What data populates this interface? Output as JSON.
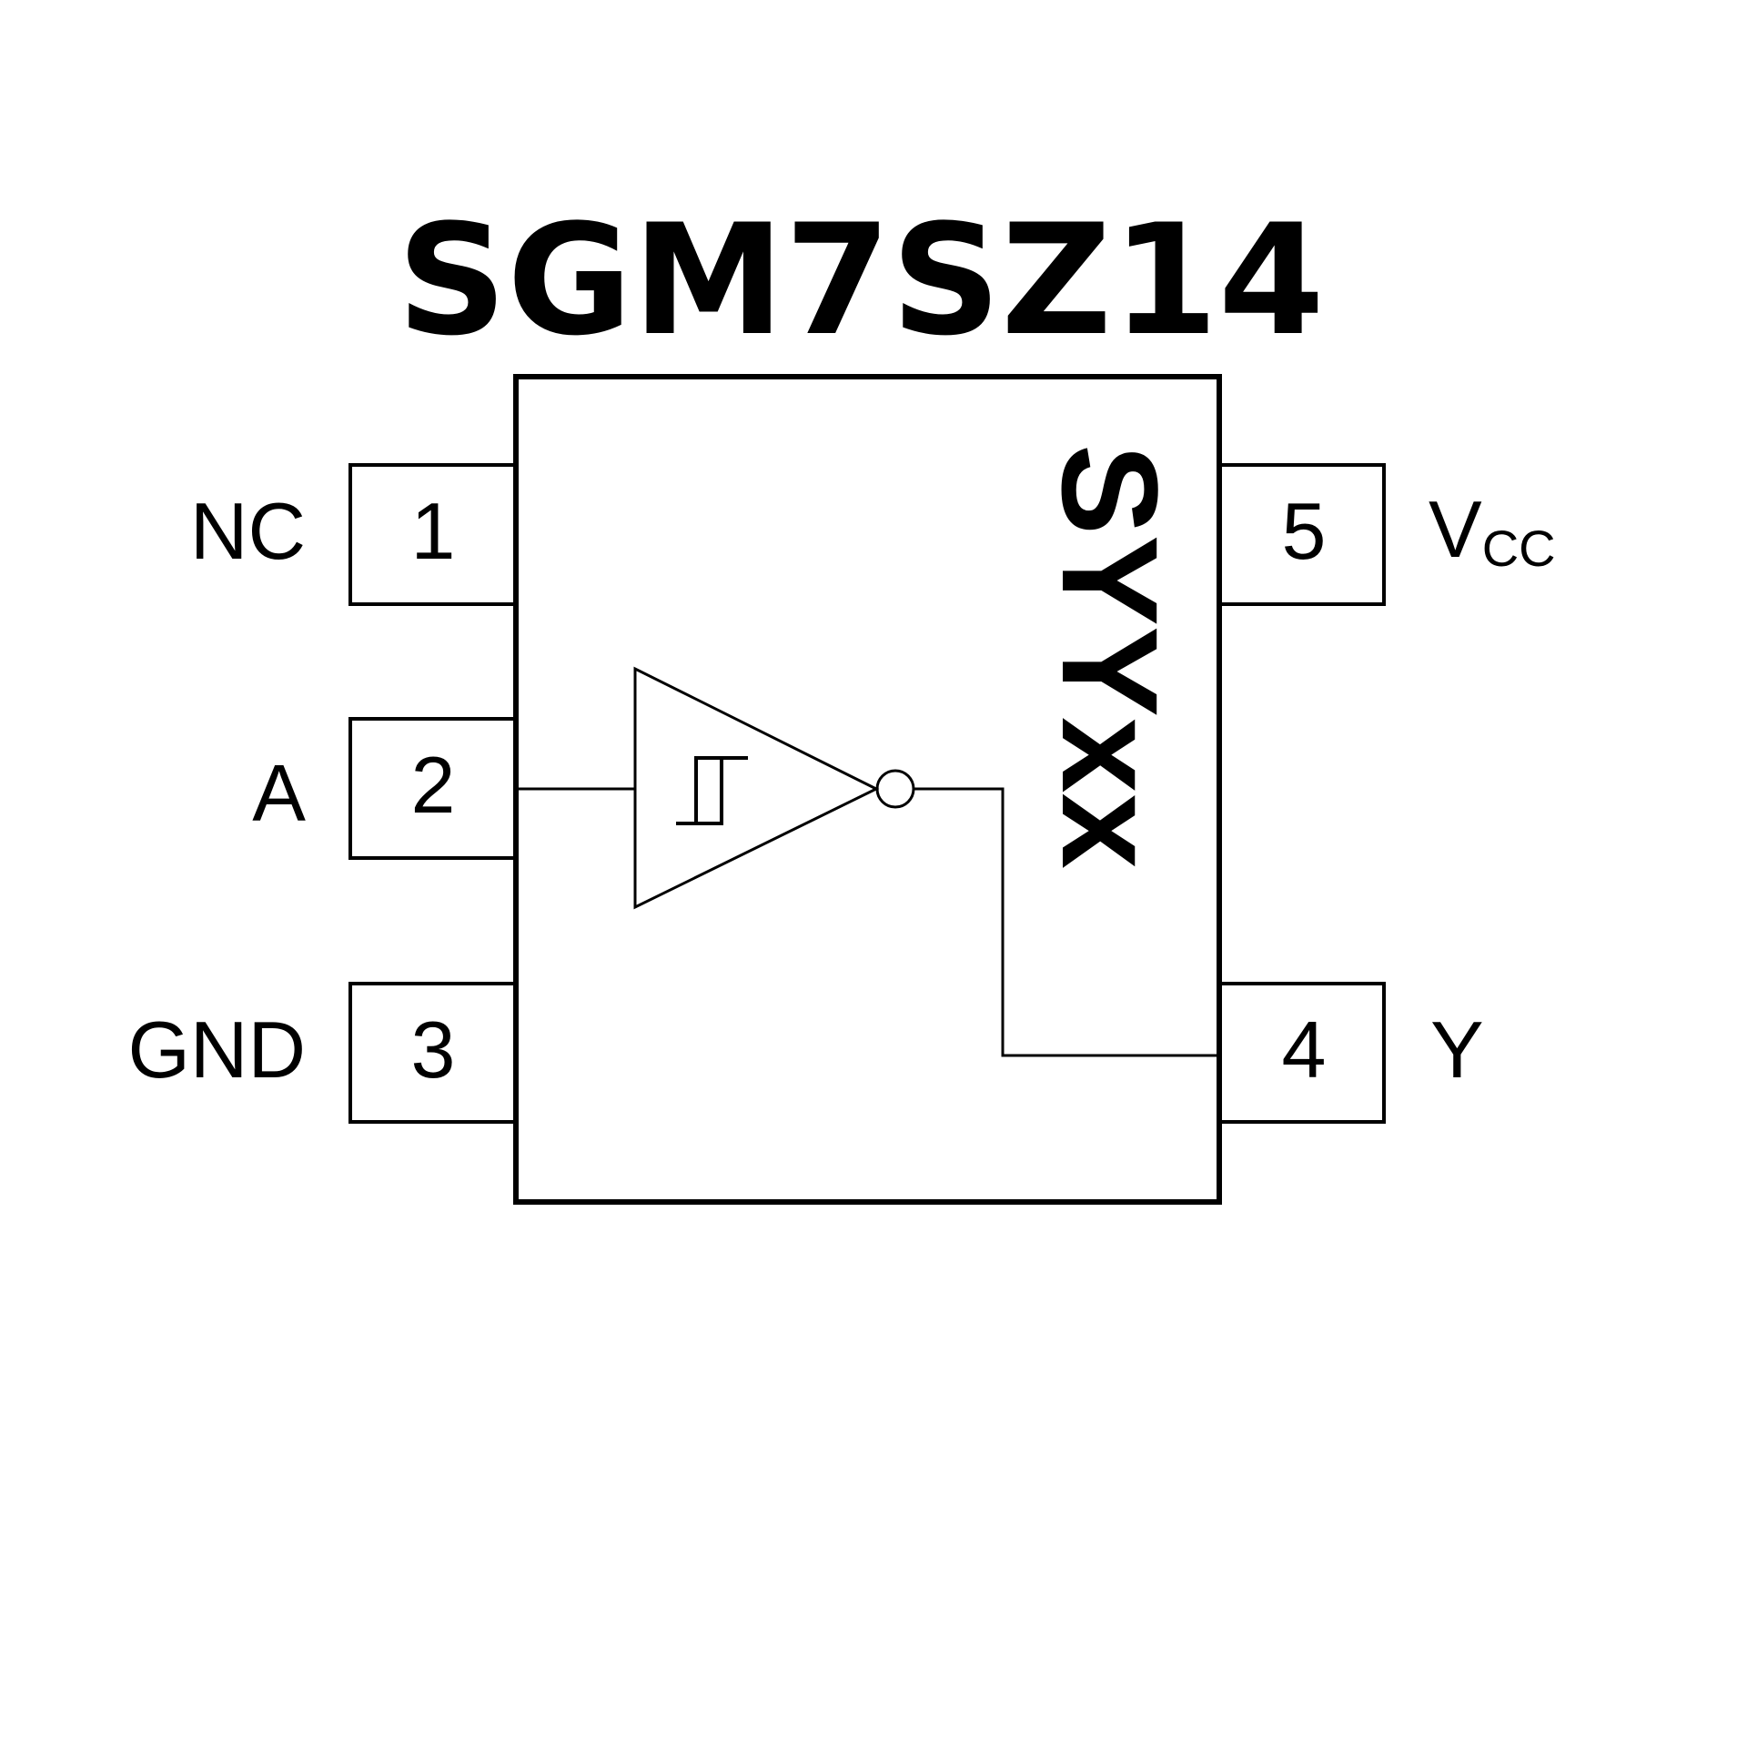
{
  "title": "SGM7SZ14",
  "package_marking": "SYYxx",
  "pins": {
    "left": [
      {
        "number": "1",
        "name": "NC"
      },
      {
        "number": "2",
        "name": "A"
      },
      {
        "number": "3",
        "name": "GND"
      }
    ],
    "right": [
      {
        "number": "5",
        "name": "V",
        "name_subscript": "CC"
      },
      {
        "number": "4",
        "name": "Y"
      }
    ]
  },
  "gate": {
    "type": "schmitt-trigger-inverter",
    "input_pin": "A",
    "output_pin": "Y"
  }
}
